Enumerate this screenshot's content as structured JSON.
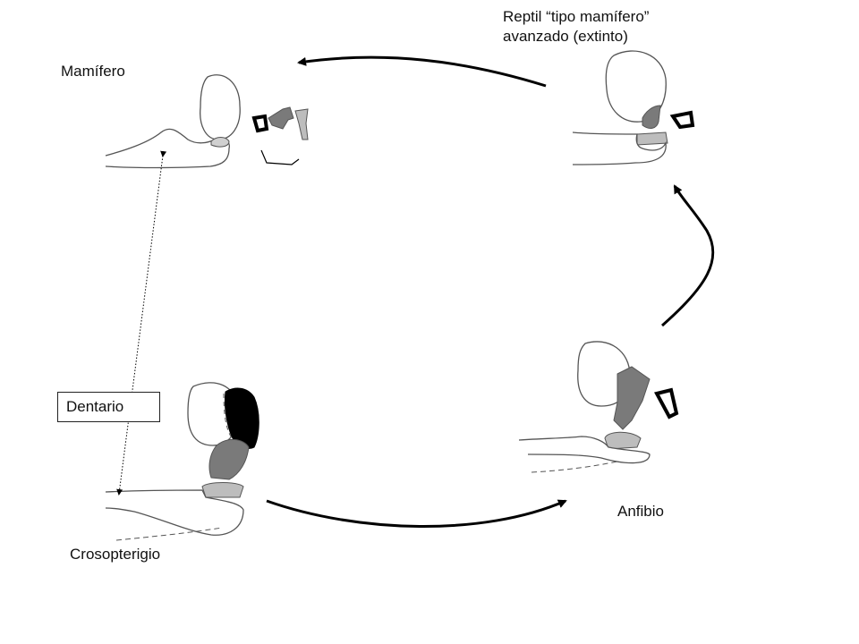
{
  "labels": {
    "mamifero": "Mamífero",
    "reptil_line1": "Reptil “tipo mamífero”",
    "reptil_line2": "avanzado (extinto)",
    "anfibio": "Anfibio",
    "crosopterigio": "Crosopterigio",
    "dentario": "Dentario"
  },
  "colors": {
    "outline": "#555555",
    "light_gray": "#bdbdbd",
    "mid_gray": "#7a7a7a",
    "dark": "#000000",
    "arrow": "#000000"
  }
}
